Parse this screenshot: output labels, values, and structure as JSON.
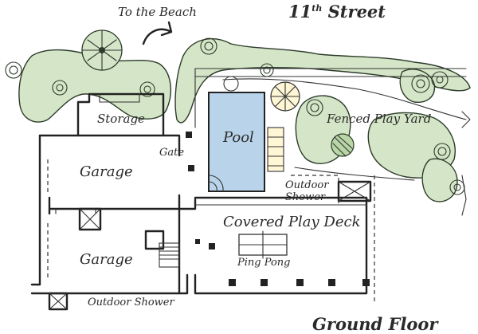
{
  "labels": {
    "to_beach": "To the Beach",
    "street_num": "11",
    "street_sup": "th",
    "street_word": "Street",
    "storage": "Storage",
    "garage_upper": "Garage",
    "garage_lower": "Garage",
    "gate": "Gate",
    "pool": "Pool",
    "fenced_play_yard": "Fenced Play Yard",
    "outdoor_shower_right": "Outdoor Shower",
    "covered_play_deck": "Covered Play Deck",
    "ping_pong": "Ping Pong",
    "outdoor_shower_bottom": "Outdoor Shower",
    "ground_floor": "Ground Floor"
  },
  "colors": {
    "pool_fill": "#b9d4ea",
    "foliage_fill": "#d4e6c7",
    "line": "#222222"
  }
}
